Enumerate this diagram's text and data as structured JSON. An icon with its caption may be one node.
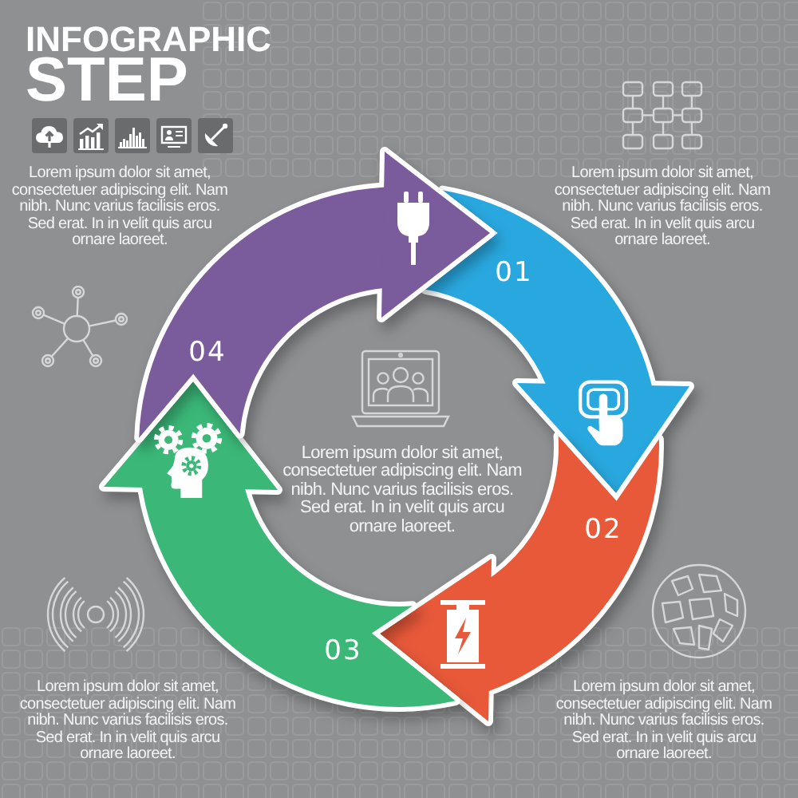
{
  "diagram": {
    "title": "INFOGRAPHIC STEP",
    "nodes": [
      {
        "text": [
          "01"
        ]
      },
      {
        "text": [
          "02"
        ]
      },
      {
        "text": [
          "03"
        ]
      },
      {
        "text": [
          "04"
        ]
      }
    ],
    "labels": [
      "Lorem ipsum dolor sit amet, consectetuer adipiscing elit. Nam nibh. Nunc varius facilisis eros. Sed erat. In in velit quis arcu ornare laoreet.",
      "Lorem ipsum dolor sit amet, consectetuer adipiscing elit. Nam nibh. Nunc varius facilisis eros. Sed erat. In in velit quis arcu ornare laoreet.",
      "Lorem ipsum dolor sit amet, consectetuer adipiscing elit. Nam nibh. Nunc varius facilisis eros. Sed erat. In in velit quis arcu ornare laoreet.",
      "Lorem ipsum dolor sit amet, consectetuer adipiscing elit. Nam nibh. Nunc varius facilisis eros. Sed erat. In in velit quis arcu ornare laoreet.",
      "Lorem ipsum dolor sit amet, consectetuer adipiscing elit. Nam nibh. Nunc varius facilisis eros. Sed erat. In in velit quis arcu ornare laoreet."
    ]
  }
}
